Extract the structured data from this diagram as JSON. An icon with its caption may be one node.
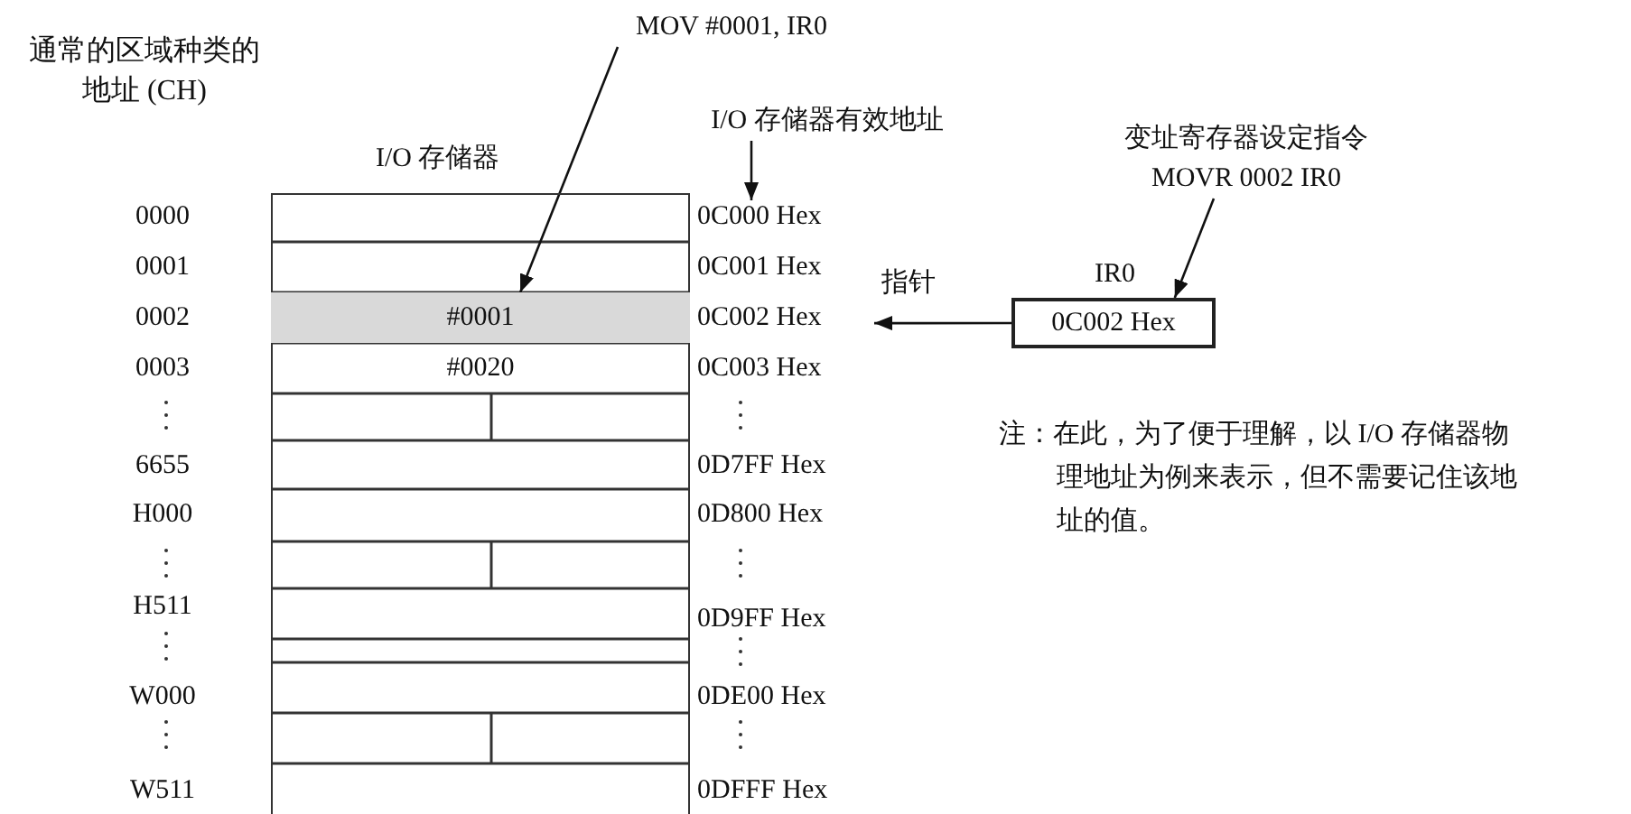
{
  "diagram": {
    "nodes": [
      {
        "text": [
          "I/O 存储器"
        ]
      },
      {
        "text": [
          "#0001"
        ],
        "in": 0
      },
      {
        "text": [
          "#0020"
        ],
        "in": 0
      },
      {
        "text": [
          "MOV #0001, IR0"
        ]
      },
      {
        "text": [
          "I/O 存储器有效地址"
        ]
      },
      {
        "text": [
          "0C000 Hex"
        ]
      },
      {
        "text": [
          "0C002 Hex"
        ]
      },
      {
        "text": [
          "变址寄存器设定指令",
          "MOVR 0002 IR0"
        ]
      },
      {
        "text": [
          "IR0",
          "0C002 Hex"
        ]
      }
    ],
    "edges": [
      {
        "from": 3,
        "to": 1,
        "arrow": "to"
      },
      {
        "from": 4,
        "to": 5,
        "arrow": "to"
      },
      {
        "from": 7,
        "to": 8,
        "arrow": "to"
      },
      {
        "from": 8,
        "to": 6,
        "arrow": "to",
        "label": "指针"
      }
    ],
    "labels": [
      "通常的区域种类的地址 (CH)",
      "0000",
      "0001",
      "0002",
      "0003",
      "6655",
      "H000",
      "H511",
      "W000",
      "W511",
      "0C001 Hex",
      "0C003 Hex",
      "0D7FF Hex",
      "0D800 Hex",
      "0D9FF Hex",
      "0DE00 Hex",
      "0DFFF Hex",
      "注：在此，为了便于理解，以 I/O 存储器物理地址为例来表示，但不需要记住该地址的值。"
    ]
  }
}
